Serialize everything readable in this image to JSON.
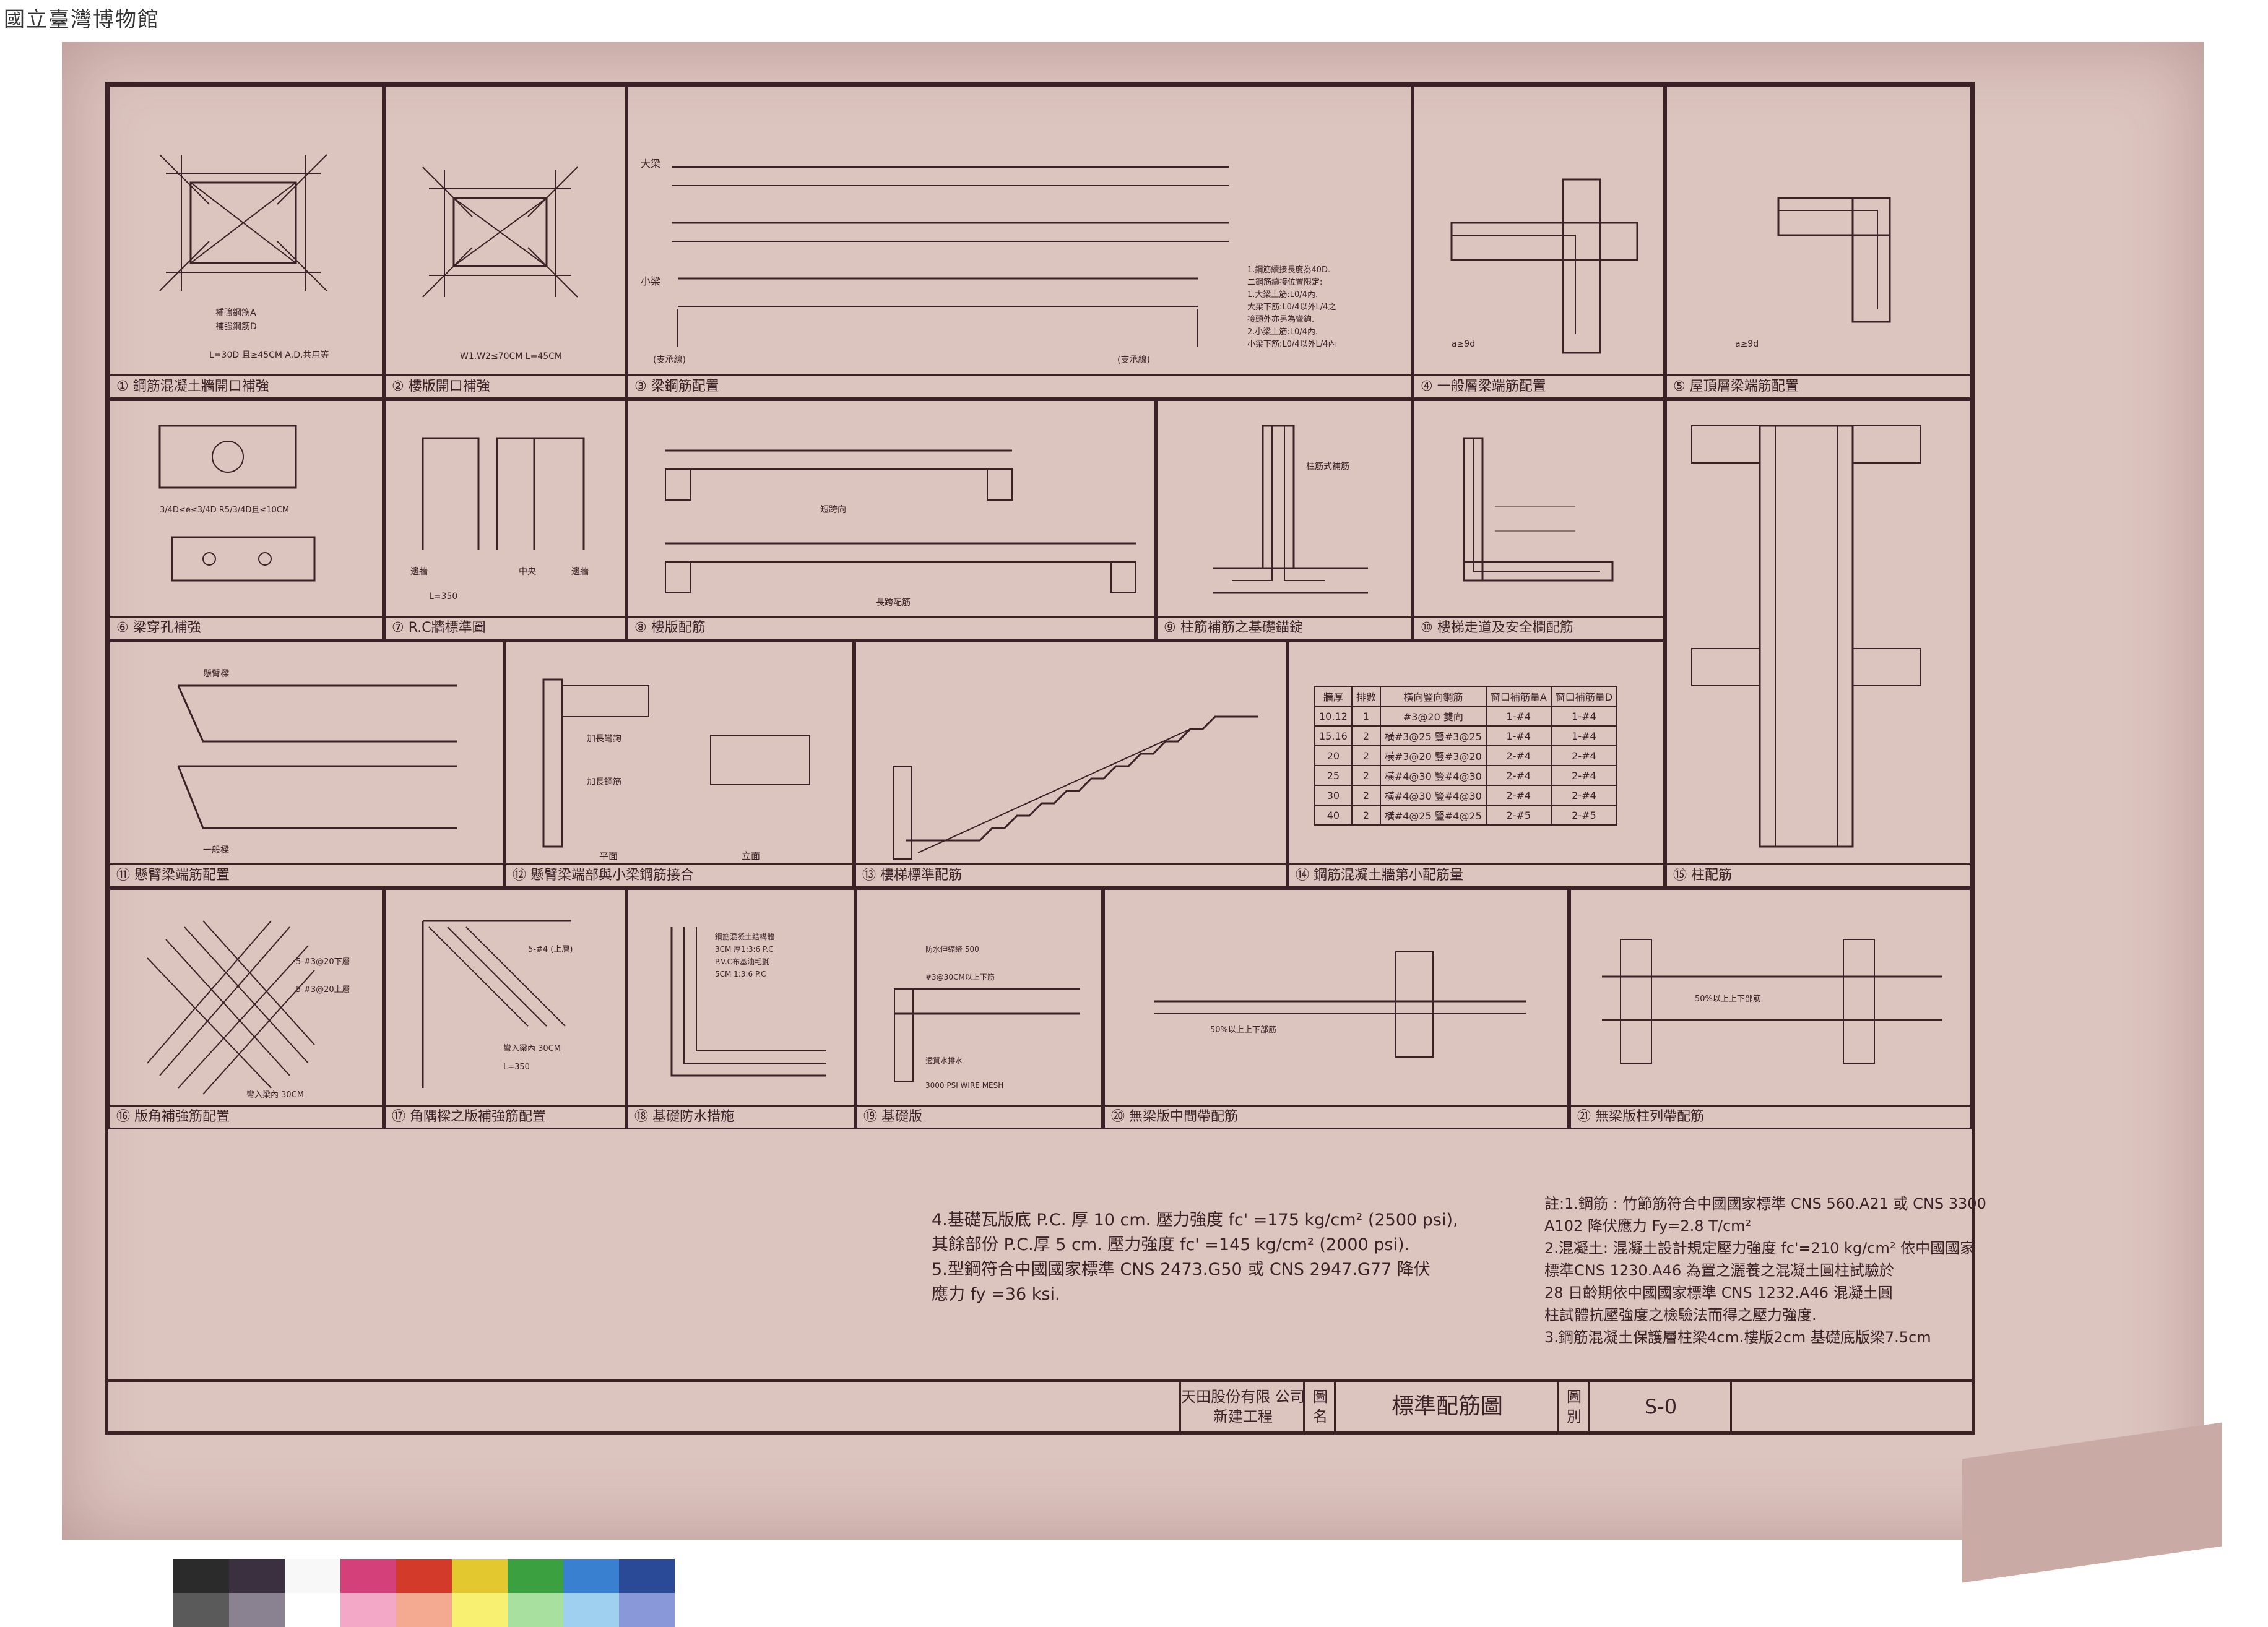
{
  "watermark": "國立臺灣博物館",
  "panels": [
    {
      "id": "p1",
      "caption": "① 鋼筋混凝土牆開口補強",
      "note": "L=30D 且≥45CM A.D.共用等",
      "labels": [
        "補強鋼筋A",
        "補強鋼筋D"
      ]
    },
    {
      "id": "p2",
      "caption": "② 樓版開口補強",
      "note": "W1.W2≤70CM L=45CM"
    },
    {
      "id": "p3",
      "caption": "③ 梁鋼筋配置",
      "labels": [
        "大梁",
        "小梁",
        "(支承線)",
        "(支承線)"
      ],
      "notes": [
        "1.鋼筋續接長度為40D.",
        "二鋼筋續接位置限定:",
        "1.大梁上筋:L0/4內.",
        "大梁下筋:L0/4以外L/4之",
        "接頭外亦另為彎鉤.",
        "2.小梁上筋:L0/4內.",
        "小梁下筋:L0/4以外L/4內"
      ]
    },
    {
      "id": "p4",
      "caption": "④ 一般層梁端筋配置",
      "note": "a≥9d"
    },
    {
      "id": "p5",
      "caption": "⑤ 屋頂層梁端筋配置",
      "note": "a≥9d"
    },
    {
      "id": "p6",
      "caption": "⑥ 梁穿孔補強",
      "note": "3/4D≤e≤3/4D R5/3/4D且≤10CM"
    },
    {
      "id": "p7",
      "caption": "⑦ R.C牆標準圖",
      "labels": [
        "邊牆",
        "中央",
        "邊牆"
      ],
      "note": "L=350"
    },
    {
      "id": "p8",
      "caption": "⑧ 樓版配筋",
      "labels": [
        "短跨向",
        "長跨配筋"
      ]
    },
    {
      "id": "p9",
      "caption": "⑨ 柱筋補筋之基礎錨錠",
      "labels": [
        "柱筋式補筋"
      ]
    },
    {
      "id": "p10",
      "caption": "⑩ 樓梯走道及安全欄配筋"
    },
    {
      "id": "p11",
      "caption": "⑪ 懸臂梁端筋配置",
      "labels": [
        "懸臂樑",
        "一般樑"
      ]
    },
    {
      "id": "p12",
      "caption": "⑫ 懸臂梁端部與小梁鋼筋接合",
      "labels": [
        "加長彎鉤",
        "加長鋼筋",
        "平面",
        "立面"
      ]
    },
    {
      "id": "p13",
      "caption": "⑬ 樓梯標準配筋"
    },
    {
      "id": "p14",
      "caption": "⑭ 鋼筋混凝土牆第小配筋量"
    },
    {
      "id": "p15",
      "caption": "⑮ 柱配筋"
    },
    {
      "id": "p16",
      "caption": "⑯ 版角補強筋配置",
      "labels": [
        "5-#3@20下層",
        "5-#3@20上層",
        "彎入梁內 30CM"
      ]
    },
    {
      "id": "p17",
      "caption": "⑰ 角隅樑之版補強筋配置",
      "labels": [
        "5-#4 (上層)",
        "彎入梁內 30CM",
        "L=350"
      ]
    },
    {
      "id": "p18",
      "caption": "⑱ 基礎防水措施",
      "labels": [
        "鋼筋混凝土結構體",
        "3CM 厚1:3:6 P.C",
        "P.V.C布基油毛氈",
        "5CM 1:3:6 P.C"
      ]
    },
    {
      "id": "p19",
      "caption": "⑲ 基礎版",
      "labels": [
        "防水伸縮縫 500",
        "#3@30CM以上下筋",
        "透質水排水",
        "3000 PSI WIRE MESH"
      ]
    },
    {
      "id": "p20",
      "caption": "⑳ 無梁版中間帶配筋",
      "note": "50%以上上下部筋"
    },
    {
      "id": "p21",
      "caption": "㉑ 無梁版柱列帶配筋",
      "note": "50%以上上下部筋"
    }
  ],
  "wall_table": {
    "headers": [
      "牆厚",
      "排數",
      "橫向豎向鋼筋",
      "窗口補筋量A",
      "窗口補筋量D"
    ],
    "rows": [
      [
        "10.12",
        "1",
        "#3@20 雙向",
        "1-#4",
        "1-#4"
      ],
      [
        "15.16",
        "2",
        "橫#3@25 豎#3@25",
        "1-#4",
        "1-#4"
      ],
      [
        "20",
        "2",
        "橫#3@20 豎#3@20",
        "2-#4",
        "2-#4"
      ],
      [
        "25",
        "2",
        "橫#4@30 豎#4@30",
        "2-#4",
        "2-#4"
      ],
      [
        "30",
        "2",
        "橫#4@30 豎#4@30",
        "2-#4",
        "2-#4"
      ],
      [
        "40",
        "2",
        "橫#4@25 豎#4@25",
        "2-#5",
        "2-#5"
      ]
    ]
  },
  "general_notes": {
    "left": [
      "4.基礎瓦版底 P.C. 厚 10 cm. 壓力強度 fc' =175 kg/cm² (2500 psi),",
      "  其餘部份 P.C.厚 5 cm. 壓力強度 fc' =145 kg/cm² (2000 psi).",
      "5.型鋼符合中國國家標準 CNS 2473.G50 或 CNS 2947.G77 降伏",
      "  應力 fy =36 ksi."
    ],
    "right": [
      "註:1.鋼筋 :  竹節筋符合中國國家標準 CNS 560.A21 或 CNS 3300",
      "              A102 降伏應力 Fy=2.8 T/cm²",
      "   2.混凝土: 混凝土設計規定壓力強度 fc'=210 kg/cm² 依中國國家",
      "              標準CNS 1230.A46 為置之灑養之混凝土圓柱試驗於",
      "              28 日齡期依中國國家標準 CNS 1232.A46 混凝土圓",
      "              柱試體抗壓強度之檢驗法而得之壓力強度.",
      "   3.鋼筋混凝土保護層柱梁4cm.樓版2cm 基礎底版梁7.5cm"
    ]
  },
  "title_block": {
    "company": "天田股份有限 公司新建工程",
    "name_label": "圖 名",
    "drawing_name": "標準配筋圖",
    "no_label": "圖 別",
    "drawing_no": "S-0"
  },
  "color_swatches": [
    [
      "#2b2b2b",
      "#5a5a5a"
    ],
    [
      "#3a3040",
      "#8a8290"
    ],
    [
      "#f8f8f8",
      "#ffffff"
    ],
    [
      "#d4407a",
      "#f4a8c8"
    ],
    [
      "#d43a2a",
      "#f4aa90"
    ],
    [
      "#e4c830",
      "#f8f070"
    ],
    [
      "#3aa040",
      "#a8e0a0"
    ],
    [
      "#3a80d0",
      "#a0d0f0"
    ],
    [
      "#2a4a98",
      "#8898d8"
    ]
  ]
}
